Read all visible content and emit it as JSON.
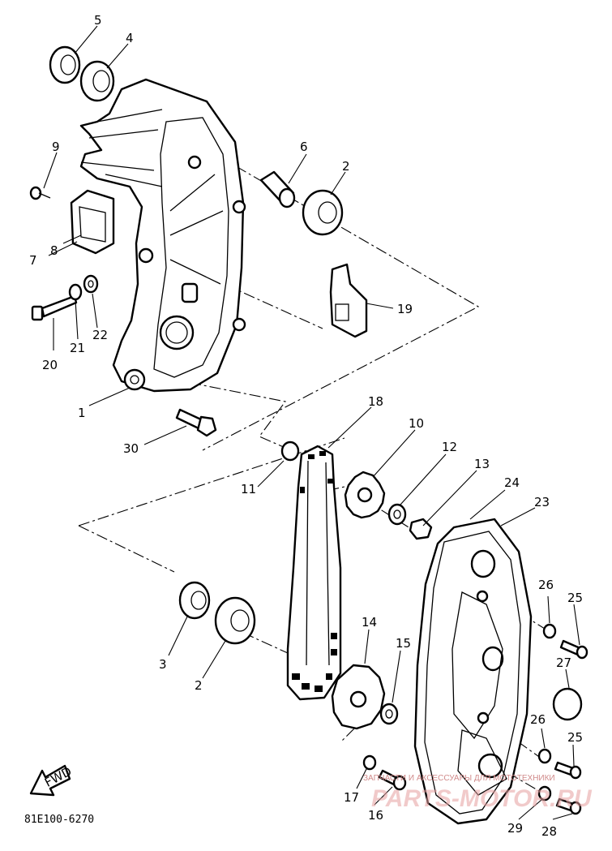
{
  "diagram_code": "81E100-6270",
  "fwd_label": "FWD",
  "watermark": {
    "small": "ЗАПЧАСТИ И АКСЕССУАРЫ ДЛЯ МОТОТЕХНИКИ",
    "brand": "PARTS-MOTOR.RU"
  },
  "parts": {
    "p1": "1",
    "p2a": "2",
    "p2b": "2",
    "p3": "3",
    "p4": "4",
    "p5": "5",
    "p6": "6",
    "p7": "7",
    "p8": "8",
    "p9": "9",
    "p10": "10",
    "p11": "11",
    "p12": "12",
    "p13": "13",
    "p14": "14",
    "p15": "15",
    "p16": "16",
    "p17": "17",
    "p18": "18",
    "p19": "19",
    "p20": "20",
    "p21": "21",
    "p22": "22",
    "p23": "23",
    "p24": "24",
    "p25a": "25",
    "p25b": "25",
    "p26a": "26",
    "p26b": "26",
    "p27": "27",
    "p28": "28",
    "p29": "29",
    "p30": "30"
  }
}
